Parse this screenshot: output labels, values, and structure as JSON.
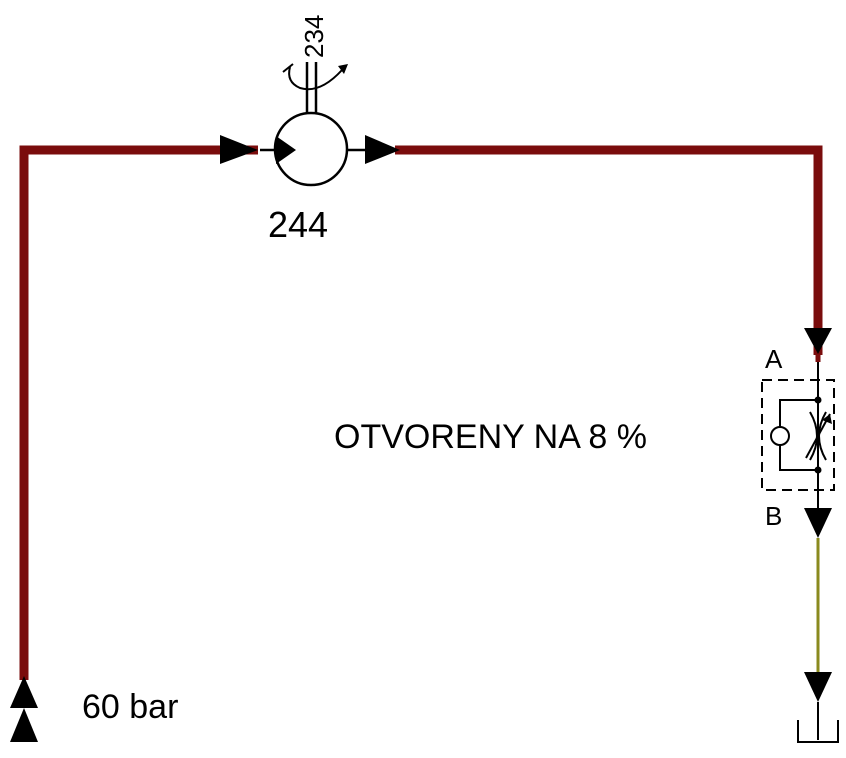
{
  "diagram": {
    "motor_number": "244",
    "shaft_number": "234",
    "pressure_label": "60 bar",
    "valve_state": "OTVORENY NA 8 %",
    "port_a": "A",
    "port_b": "B"
  },
  "colors": {
    "pressure_line": "#7a0c0c",
    "return_line": "#8a8a1e",
    "symbol": "#000000"
  },
  "icons": {
    "motor": "hydraulic-motor-icon",
    "valve": "throttle-check-valve-icon",
    "tank": "tank-icon",
    "source": "pressure-source-icon"
  }
}
